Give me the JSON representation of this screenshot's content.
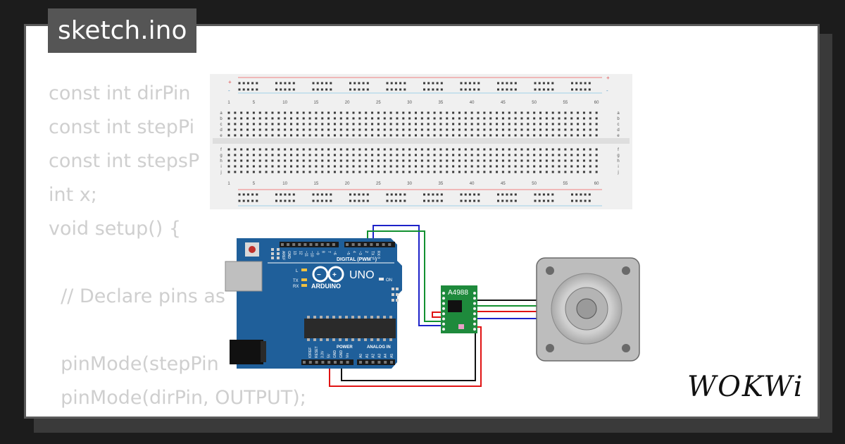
{
  "title": "sketch.ino",
  "code_lines": [
    "const int dirPin",
    "const int stepPi",
    "const int stepsP",
    "int x;",
    "void setup() {",
    "",
    "  // Declare pins as",
    "",
    "  pinMode(stepPin",
    "  pinMode(dirPin, OUTPUT);",
    "}"
  ],
  "breadboard": {
    "column_numbers": [
      "1",
      "5",
      "10",
      "15",
      "20",
      "25",
      "30",
      "35",
      "40",
      "45",
      "50",
      "55",
      "60"
    ],
    "row_letters_top": [
      "a",
      "b",
      "c",
      "d",
      "e"
    ],
    "row_letters_bottom": [
      "f",
      "g",
      "h",
      "i",
      "j"
    ],
    "rail_plus": "+",
    "rail_minus": "-"
  },
  "arduino": {
    "digital_label": "DIGITAL (PWM ~)",
    "model": "UNO",
    "brand": "ARDUINO",
    "on_label": "ON",
    "power_label": "POWER",
    "analog_label": "ANALOG IN",
    "led_labels": [
      "L",
      "TX",
      "RX"
    ],
    "top_pins": [
      "AREF",
      "GND",
      "13",
      "12",
      "~11",
      "~10",
      "~9",
      "8",
      "7",
      "~6",
      "~5",
      "4",
      "~3",
      "2",
      "TX 1",
      "RX 0"
    ],
    "power_pins": [
      "IOREF",
      "RESET",
      "3.3V",
      "5V",
      "GND",
      "GND",
      "Vin"
    ],
    "analog_pins": [
      "A0",
      "A1",
      "A2",
      "A3",
      "A4",
      "A5"
    ],
    "chip_label": ""
  },
  "driver": {
    "label": "A4988"
  },
  "motor": {
    "label": ""
  },
  "logo": "WOKWi",
  "colors": {
    "board": "#1f5f9a",
    "driver": "#1e8a3c",
    "wire_blue": "#1d22c9",
    "wire_green": "#129130",
    "wire_red": "#e01313",
    "wire_black": "#111111",
    "motor_frame": "#bdbdbd"
  }
}
